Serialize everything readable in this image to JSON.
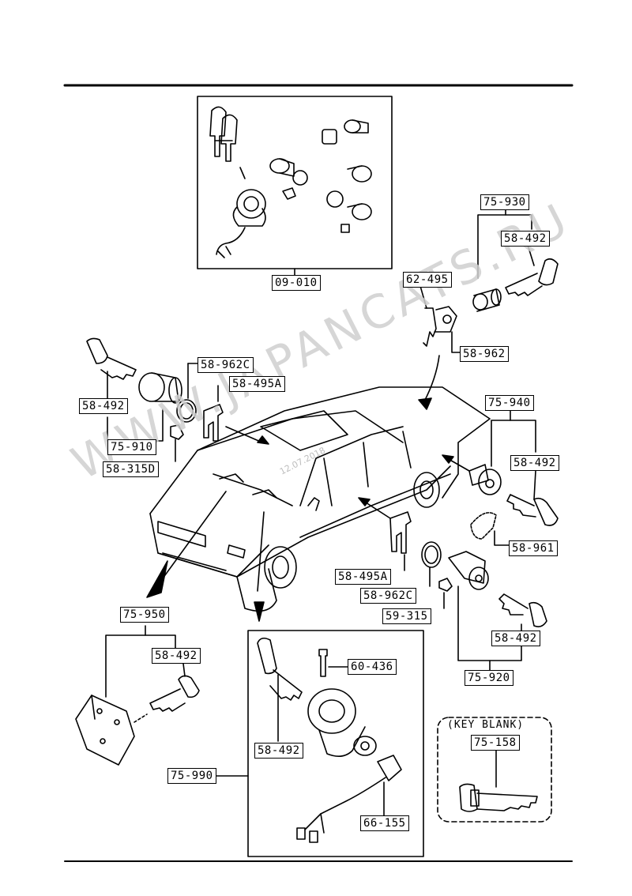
{
  "watermark": {
    "text": "WWW.JAPANCATS.RU",
    "date": "12.07.2018"
  },
  "labels": {
    "kit_09_010": "09-010",
    "set_75_930": "75-930",
    "key_58_492_a": "58-492",
    "rod_62_495": "62-495",
    "ring_58_962": "58-962",
    "ring_58_962c_a": "58-962C",
    "clip_58_495a_a": "58-495A",
    "key_58_492_b": "58-492",
    "set_75_910": "75-910",
    "cap_58_315d": "58-315D",
    "set_75_940": "75-940",
    "key_58_492_c": "58-492",
    "cover_58_961": "58-961",
    "clip_58_495a_b": "58-495A",
    "ring_58_962c_b": "58-962C",
    "cap_59_315": "59-315",
    "key_58_492_d": "58-492",
    "set_75_920": "75-920",
    "set_75_950": "75-950",
    "key_58_492_e": "58-492",
    "bolt_60_436": "60-436",
    "key_58_492_f": "58-492",
    "set_75_990": "75-990",
    "harness_66_155": "66-155",
    "key_blank_title": "(KEY BLANK)",
    "blank_75_158": "75-158"
  }
}
